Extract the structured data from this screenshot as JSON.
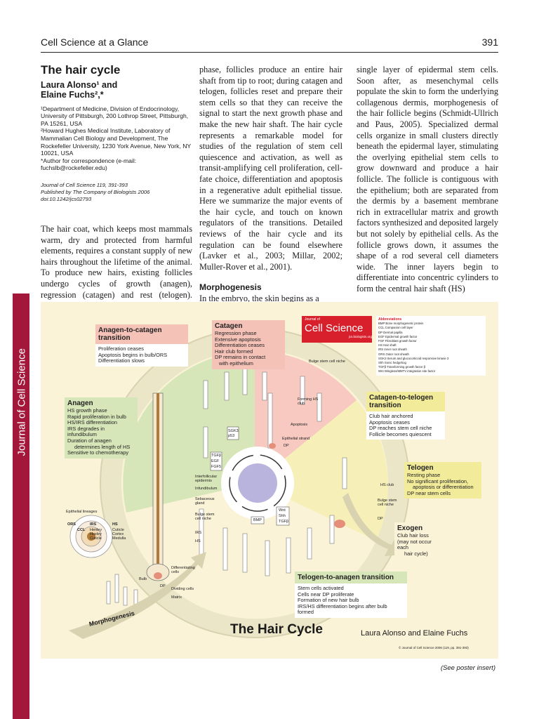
{
  "header": {
    "running_title": "Cell Science at a Glance",
    "page_number": "391"
  },
  "sidebar": {
    "journal_name": "Journal of Cell Science"
  },
  "article": {
    "title": "The hair cycle",
    "authors_line1": "Laura Alonso¹ and",
    "authors_line2": "Elaine Fuchs²,*",
    "affiliation1": "¹Department of Medicine, Division of Endocrinology, University of Pittsburgh, 200 Lothrop Street, Pittsburgh, PA 15261, USA",
    "affiliation2": "²Howard Hughes Medical Institute, Laboratory of Mammalian Cell Biology and Development, The Rockefeller University, 1230 York Avenue, New York, NY 10021, USA",
    "correspondence": "*Author for correspondence (e-mail: fuchslb@rockefeller.edu)",
    "citation_line1": "Journal of Cell Science 119, 391-393",
    "citation_line2": "Published by The Company of Biologists 2006",
    "citation_line3": "doi:10.1242/jcs02793",
    "col1_text": "The hair coat, which keeps most mammals warm, dry and protected from harmful elements, requires a constant supply of new hairs throughout the lifetime of the animal. To produce new hairs, existing follicles undergo cycles of growth (anagen), regression (catagen) and rest (telogen). During each anagen",
    "col2_text": "phase, follicles produce an entire hair shaft from tip to root; during catagen and telogen, follicles reset and prepare their stem cells so that they can receive the signal to start the next growth phase and make the new hair shaft. The hair cycle represents a remarkable model for studies of the regulation of stem cell quiescence and activation, as well as transit-amplifying cell proliferation, cell-fate choice, differentiation and apoptosis in a regenerative adult epithelial tissue. Here we summarize the major events of the hair cycle, and touch on known regulators of the transitions. Detailed reviews of the hair cycle and its regulation can be found elsewhere (Lavker et al., 2003; Millar, 2002; Muller-Rover et al., 2001).",
    "section_heading": "Morphogenesis",
    "col2_section_text": "In the embryo, the skin begins as a",
    "col3_text": "single layer of epidermal stem cells. Soon after, as mesenchymal cells populate the skin to form the underlying collagenous dermis, morphogenesis of the hair follicle begins (Schmidt-Ullrich and Paus, 2005). Specialized dermal cells organize in small clusters directly beneath the epidermal layer, stimulating the overlying epithelial stem cells to grow downward and produce a hair follicle. The follicle is contiguous with the epithelium; both are separated from the dermis by a basement membrane rich in extracellular matrix and growth factors synthesized and deposited largely but not solely by epithelial cells. As the follicle grows down, it assumes the shape of a rod several cell diameters wide. The inner layers begin to differentiate into concentric cylinders to form the central hair shaft (HS)"
  },
  "poster": {
    "title": "The Hair Cycle",
    "authors": "Laura Alonso and Elaine Fuchs",
    "copyright": "© Journal of Cell Science 2006 (119, pp. 391-393)",
    "jcs_logo_small": "Journal of",
    "jcs_logo": "Cell Science",
    "jcs_url": "jcs.biologists.org",
    "morphogenesis_label": "Morphogenesis",
    "abbrev_title": "Abbreviations",
    "abbrev": [
      "BMP  Bone morphogenetic protein",
      "CCL  Companion cell layer",
      "DP   Dermal papilla",
      "EGF  Epidermal growth factor",
      "FGF  Fibroblast growth factor",
      "HS   Hair shaft",
      "IRS  Inner root sheath",
      "ORS  Outer root sheath",
      "SGK3 Serum and glucocorticoid responsive kinase 3",
      "Shh  Sonic hedgehog",
      "TGFβ Transforming growth factor β",
      "Wnt  Wingless/MMTV integration site factor"
    ],
    "anagen_catagen": {
      "title": "Anagen-to-catagen transition",
      "items": [
        "Proliferation ceases",
        "Apoptosis begins in bulb/ORS",
        "Differentiation slows"
      ]
    },
    "catagen": {
      "title": "Catagen",
      "items": [
        "Regression phase",
        "Extensive apoptosis",
        "Differentiation ceases",
        "Hair club formed",
        "DP remains in contact",
        "with epithelium"
      ]
    },
    "catagen_telogen": {
      "title": "Catagen-to-telogen transition",
      "items": [
        "Club hair anchored",
        "Apoptosis ceases",
        "DP reaches stem cell niche",
        "Follicle becomes quiescent"
      ]
    },
    "anagen": {
      "title": "Anagen",
      "items": [
        "HS growth phase",
        "Rapid proliferation in bulb",
        "HS/IRS differentiation",
        "IRS degrades in infundibulum",
        "Duration of anagen",
        "determines length of HS",
        "Sensitive to chemotherapy"
      ]
    },
    "telogen": {
      "title": "Telogen",
      "items": [
        "Resting phase",
        "No significant proliferation,",
        "apoptosis or differentiation",
        "DP near stem cells"
      ]
    },
    "exogen": {
      "title": "Exogen",
      "items": [
        "Club hair loss",
        "(may not occur each",
        "hair cycle)"
      ]
    },
    "telogen_anagen": {
      "title": "Telogen-to-anagen transition",
      "items": [
        "Stem cells activated",
        "Cells near DP proliferate",
        "Formation of new hair bulb",
        "IRS/HS differentiation begins after bulb formed"
      ]
    },
    "epithelial_lineages": {
      "title": "Epithelial lineages",
      "ors": "ORS",
      "ccl": "CCL",
      "irs": "IRS",
      "hs": "HS",
      "irs_items": "Henley Huxley Cuticle",
      "hs_items": "Cuticle Cortex Medulla"
    },
    "labels": {
      "bulge_niche": "Bulge stem cell niche",
      "forming_club": "Forming HS club",
      "apoptosis": "Apoptosis",
      "epithelial_strand": "Epithelial strand",
      "dp": "DP",
      "sgk3": "SGK3",
      "p53": "p53",
      "tgfb": "TGFβ",
      "egf": "EGF",
      "fgf5": "FGF5",
      "interfollicular": "Interfollicular epidermis",
      "infundibulum": "Infundibulum",
      "sebaceous": "Sebaceous gland",
      "bulge_niche2": "Bulge stem cell niche",
      "irs": "IRS",
      "hs": "HS",
      "bmp": "BMP",
      "wnt": "Wnt",
      "shh": "Shh",
      "tgfb2": "TGFβ",
      "hs_club": "HS club",
      "bulge_niche3": "Bulge stem cell niche",
      "dp2": "DP",
      "diff_cells": "Differentiating cells",
      "bulb": "Bulb",
      "dp3": "DP",
      "dividing": "Dividing cells",
      "matrix": "Matrix"
    },
    "see_poster": "(See poster insert)"
  }
}
